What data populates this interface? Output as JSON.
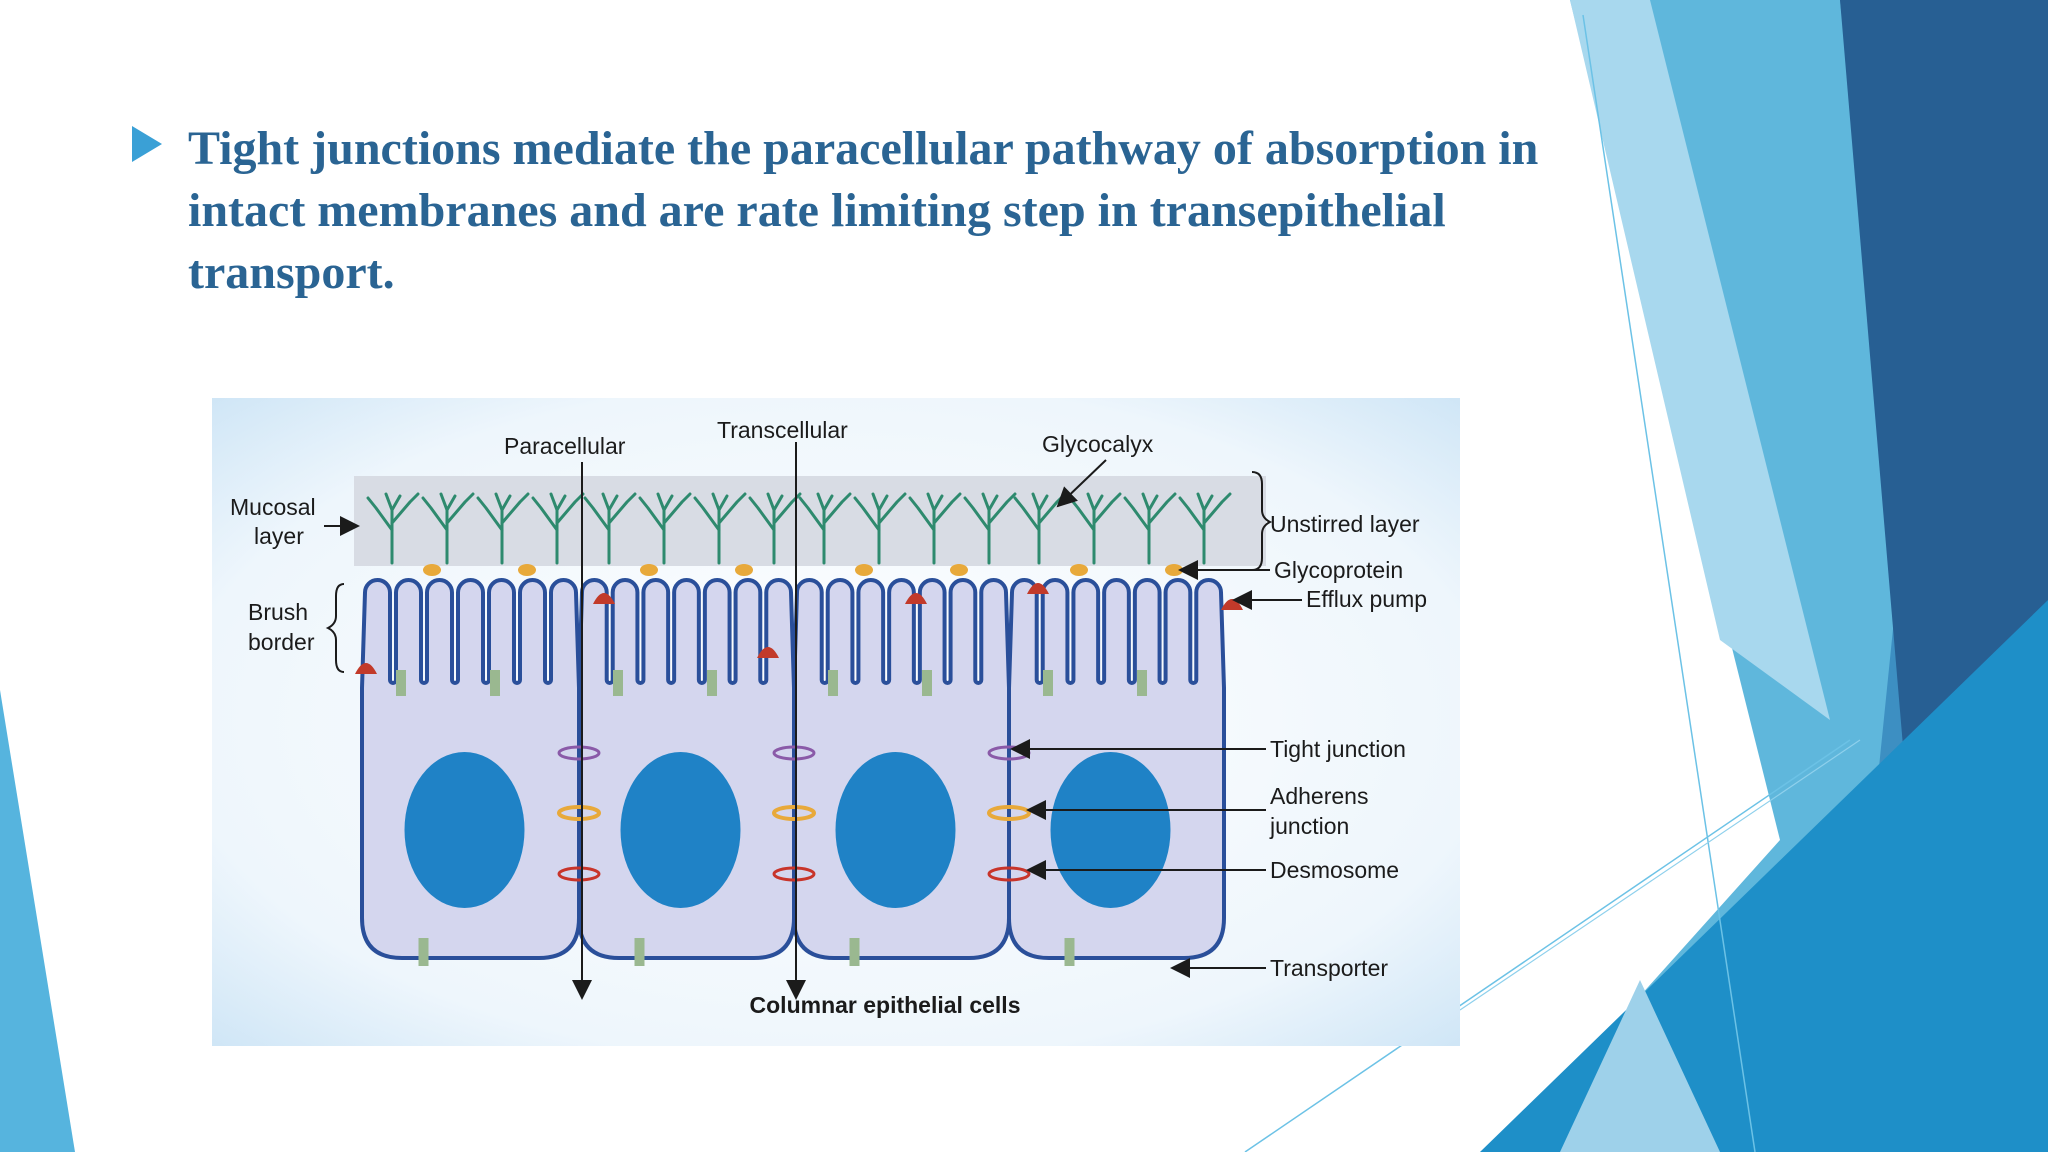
{
  "slide": {
    "bullet_text": "Tight junctions mediate the paracellular pathway of absorption in intact membranes and are rate limiting step in transepithelial transport."
  },
  "figure": {
    "labels": {
      "paracellular": "Paracellular",
      "transcellular": "Transcellular",
      "glycocalyx": "Glycocalyx",
      "mucosal_1": "Mucosal",
      "mucosal_2": "layer",
      "brush_1": "Brush",
      "brush_2": "border",
      "unstirred": "Unstirred layer",
      "glycoprotein": "Glycoprotein",
      "efflux": "Efflux pump",
      "tight": "Tight junction",
      "adherens_1": "Adherens",
      "adherens_2": "junction",
      "desmosome": "Desmosome",
      "transporter": "Transporter",
      "caption": "Columnar epithelial cells"
    }
  },
  "colors": {
    "title": "#2a6493",
    "bullet": "#3aa0d6",
    "membrane": "#2a4f9a",
    "nucleus": "#1f82c6",
    "cytoplasm": "#d4d6ee",
    "glycocalyx": "#2e8a6e",
    "efflux_pump": "#c23a2a",
    "tight_junction": "#8a5aa8",
    "adherens": "#e8a93a",
    "desmosome": "#c8342a",
    "transporter": "#9ab890"
  }
}
